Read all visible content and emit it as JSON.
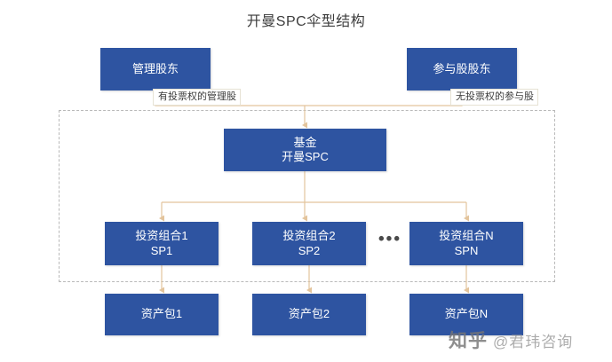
{
  "title": "开曼SPC伞型结构",
  "colors": {
    "node_fill": "#2e54a1",
    "node_text": "#ffffff",
    "connector": "#e3c49c",
    "dashed_border": "#b9b9b9",
    "title_text": "#3c3c3c"
  },
  "nodes": {
    "managing_shareholder": {
      "line1": "管理股东"
    },
    "participating_shareholder": {
      "line1": "参与股股东"
    },
    "fund": {
      "line1": "基金",
      "line2": "开曼SPC"
    },
    "sp1": {
      "line1": "投资组合1",
      "line2": "SP1"
    },
    "sp2": {
      "line1": "投资组合2",
      "line2": "SP2"
    },
    "spn": {
      "line1": "投资组合N",
      "line2": "SPN"
    },
    "asset1": {
      "line1": "资产包1"
    },
    "asset2": {
      "line1": "资产包2"
    },
    "assetn": {
      "line1": "资产包N"
    }
  },
  "edge_labels": {
    "voting": "有投票权的管理股",
    "non_voting": "无投票权的参与股"
  },
  "ellipsis": "•••",
  "watermark": {
    "logo": "知乎",
    "handle": "@君玮咨询"
  }
}
